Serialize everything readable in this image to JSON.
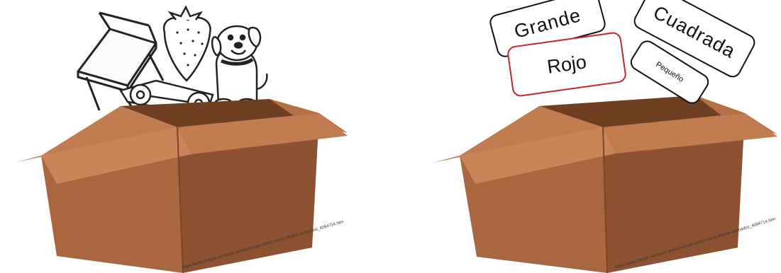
{
  "left_panel": {
    "objects": [
      "chair-icon",
      "strawberry-icon",
      "toy-car-icon",
      "puppy-icon"
    ],
    "credit": "https://www.freepik.es/vector-premium/caja-carton-vacia-dibujos-animados_4094714.htm"
  },
  "right_panel": {
    "cards": {
      "grande": "Grande",
      "cuadrada": "Cuadrada",
      "rojo": "Rojo",
      "pequeno": "Pequeño"
    },
    "credit": "https://www.freepik.es/vector-premium/caja-carton-vacia-dibujos-animados_4094714.htm"
  },
  "colors": {
    "box_front": "#a8673e",
    "box_side": "#8d5231",
    "box_flap": "#c17c50",
    "box_inside": "#6f3f22",
    "highlight_card_border": "#d42020"
  }
}
